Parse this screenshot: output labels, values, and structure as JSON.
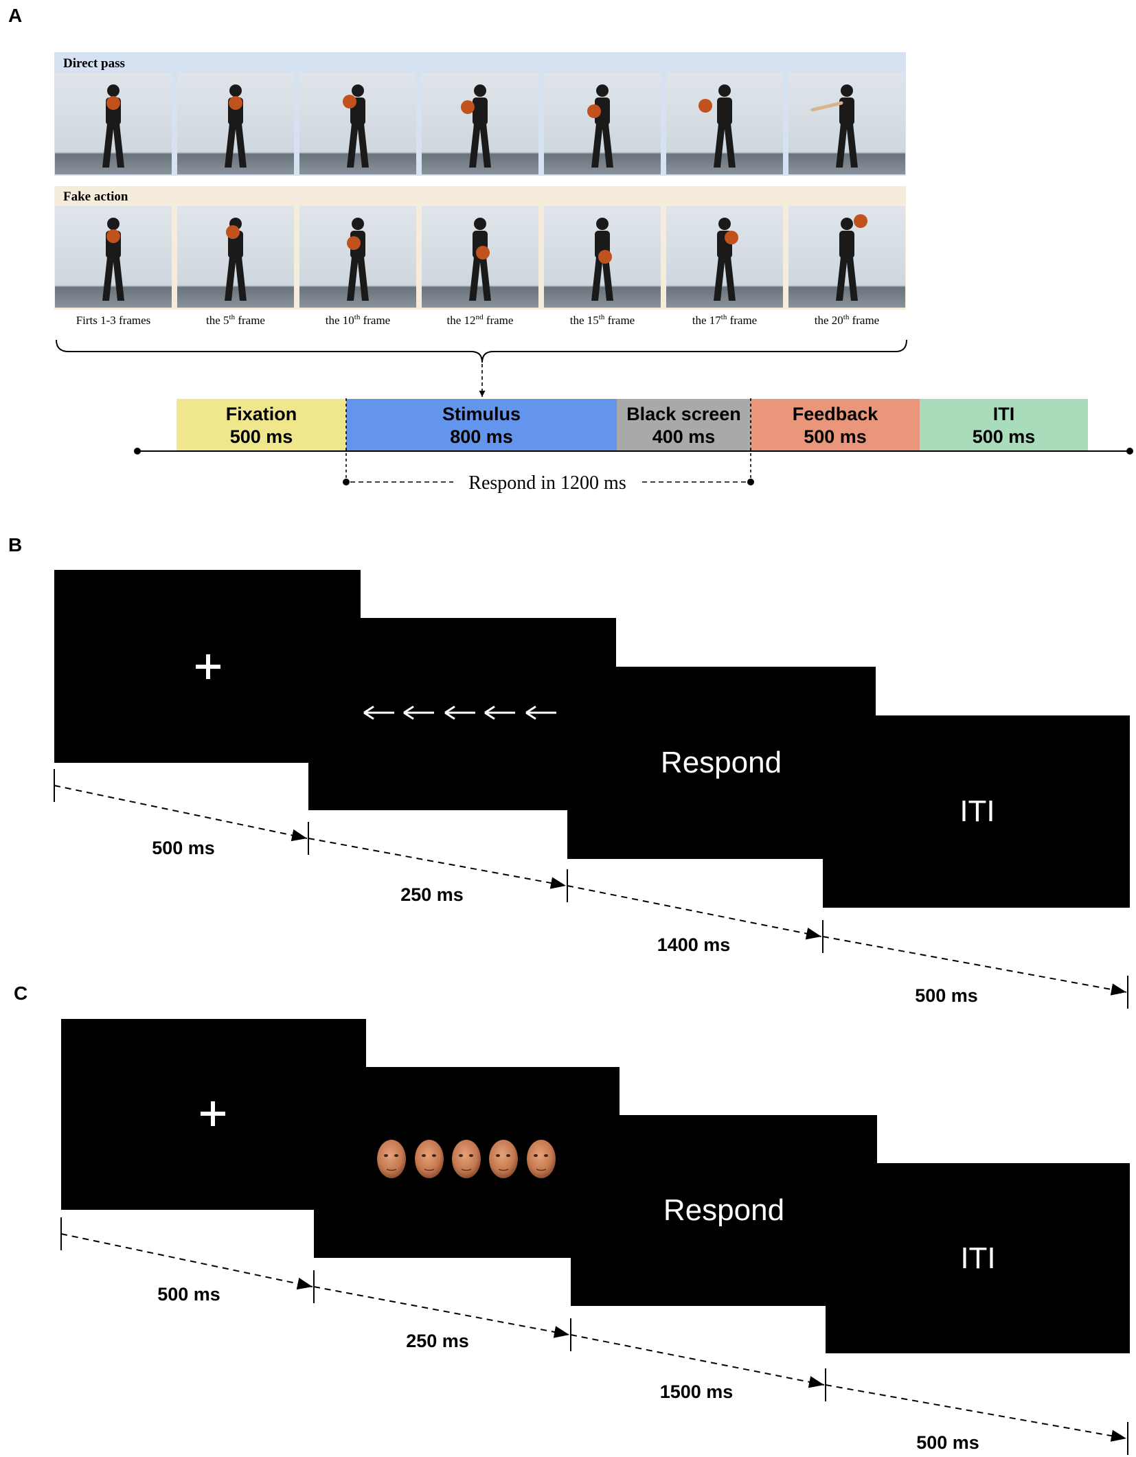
{
  "panel_labels": [
    "A",
    "B",
    "C"
  ],
  "panel_a": {
    "rows": [
      {
        "label": "Direct pass",
        "band_color": "#d6e1f1"
      },
      {
        "label": "Fake action",
        "band_color": "#f6ecdc"
      }
    ],
    "frame_labels": [
      {
        "pre": "Firts 1-3 frames",
        "sup": "",
        "post": ""
      },
      {
        "pre": "the 5",
        "sup": "th",
        "post": " frame"
      },
      {
        "pre": "the 10",
        "sup": "th",
        "post": " frame"
      },
      {
        "pre": "the 12",
        "sup": "nd",
        "post": " frame"
      },
      {
        "pre": "the 15",
        "sup": "th",
        "post": " frame"
      },
      {
        "pre": "the 17",
        "sup": "th",
        "post": " frame"
      },
      {
        "pre": "the 20",
        "sup": "th",
        "post": " frame"
      }
    ],
    "timeline": [
      {
        "name": "Fixation",
        "duration": "500 ms",
        "color": "#f0e68c"
      },
      {
        "name": "Stimulus",
        "duration": "800 ms",
        "color": "#6495ed"
      },
      {
        "name": "Black screen",
        "duration": "400 ms",
        "color": "#a9a9a9"
      },
      {
        "name": "Feedback",
        "duration": "500 ms",
        "color": "#e9967a"
      },
      {
        "name": "ITI",
        "duration": "500 ms",
        "color": "#a8dcbb"
      }
    ],
    "respond_window": "Respond in 1200 ms"
  },
  "panel_b": {
    "screens": [
      {
        "kind": "fixation",
        "text": "+"
      },
      {
        "kind": "arrows",
        "text": ""
      },
      {
        "kind": "text",
        "text": "Respond"
      },
      {
        "kind": "text",
        "text": "ITI"
      }
    ],
    "durations": [
      "500 ms",
      "250 ms",
      "1400 ms",
      "500 ms"
    ]
  },
  "panel_c": {
    "screens": [
      {
        "kind": "fixation",
        "text": "+"
      },
      {
        "kind": "faces",
        "text": ""
      },
      {
        "kind": "text",
        "text": "Respond"
      },
      {
        "kind": "text",
        "text": "ITI"
      }
    ],
    "durations": [
      "500 ms",
      "250 ms",
      "1500 ms",
      "500 ms"
    ]
  }
}
